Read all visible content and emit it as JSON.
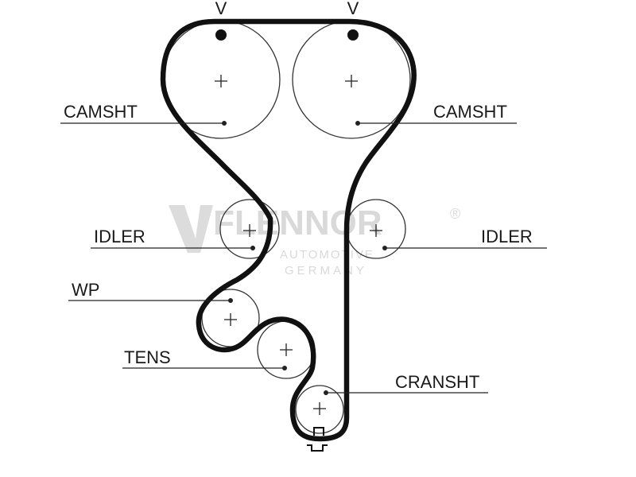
{
  "labels": {
    "camshaft_left": "CAMSHT",
    "camshaft_right": "CAMSHT",
    "idler_left": "IDLER",
    "idler_right": "IDLER",
    "water_pump": "WP",
    "tensioner": "TENS",
    "crankshaft": "CRANSHT",
    "timing_mark_left": "V",
    "timing_mark_right": "V"
  },
  "watermark": {
    "brand": "FLENNOR",
    "registered": "®",
    "line1": "AUTOMOTIVE",
    "line2": "GERMANY"
  },
  "colors": {
    "belt": "#111111",
    "pulley_outline": "#333333",
    "leader": "#222222",
    "watermark": "#d9d9d9"
  }
}
